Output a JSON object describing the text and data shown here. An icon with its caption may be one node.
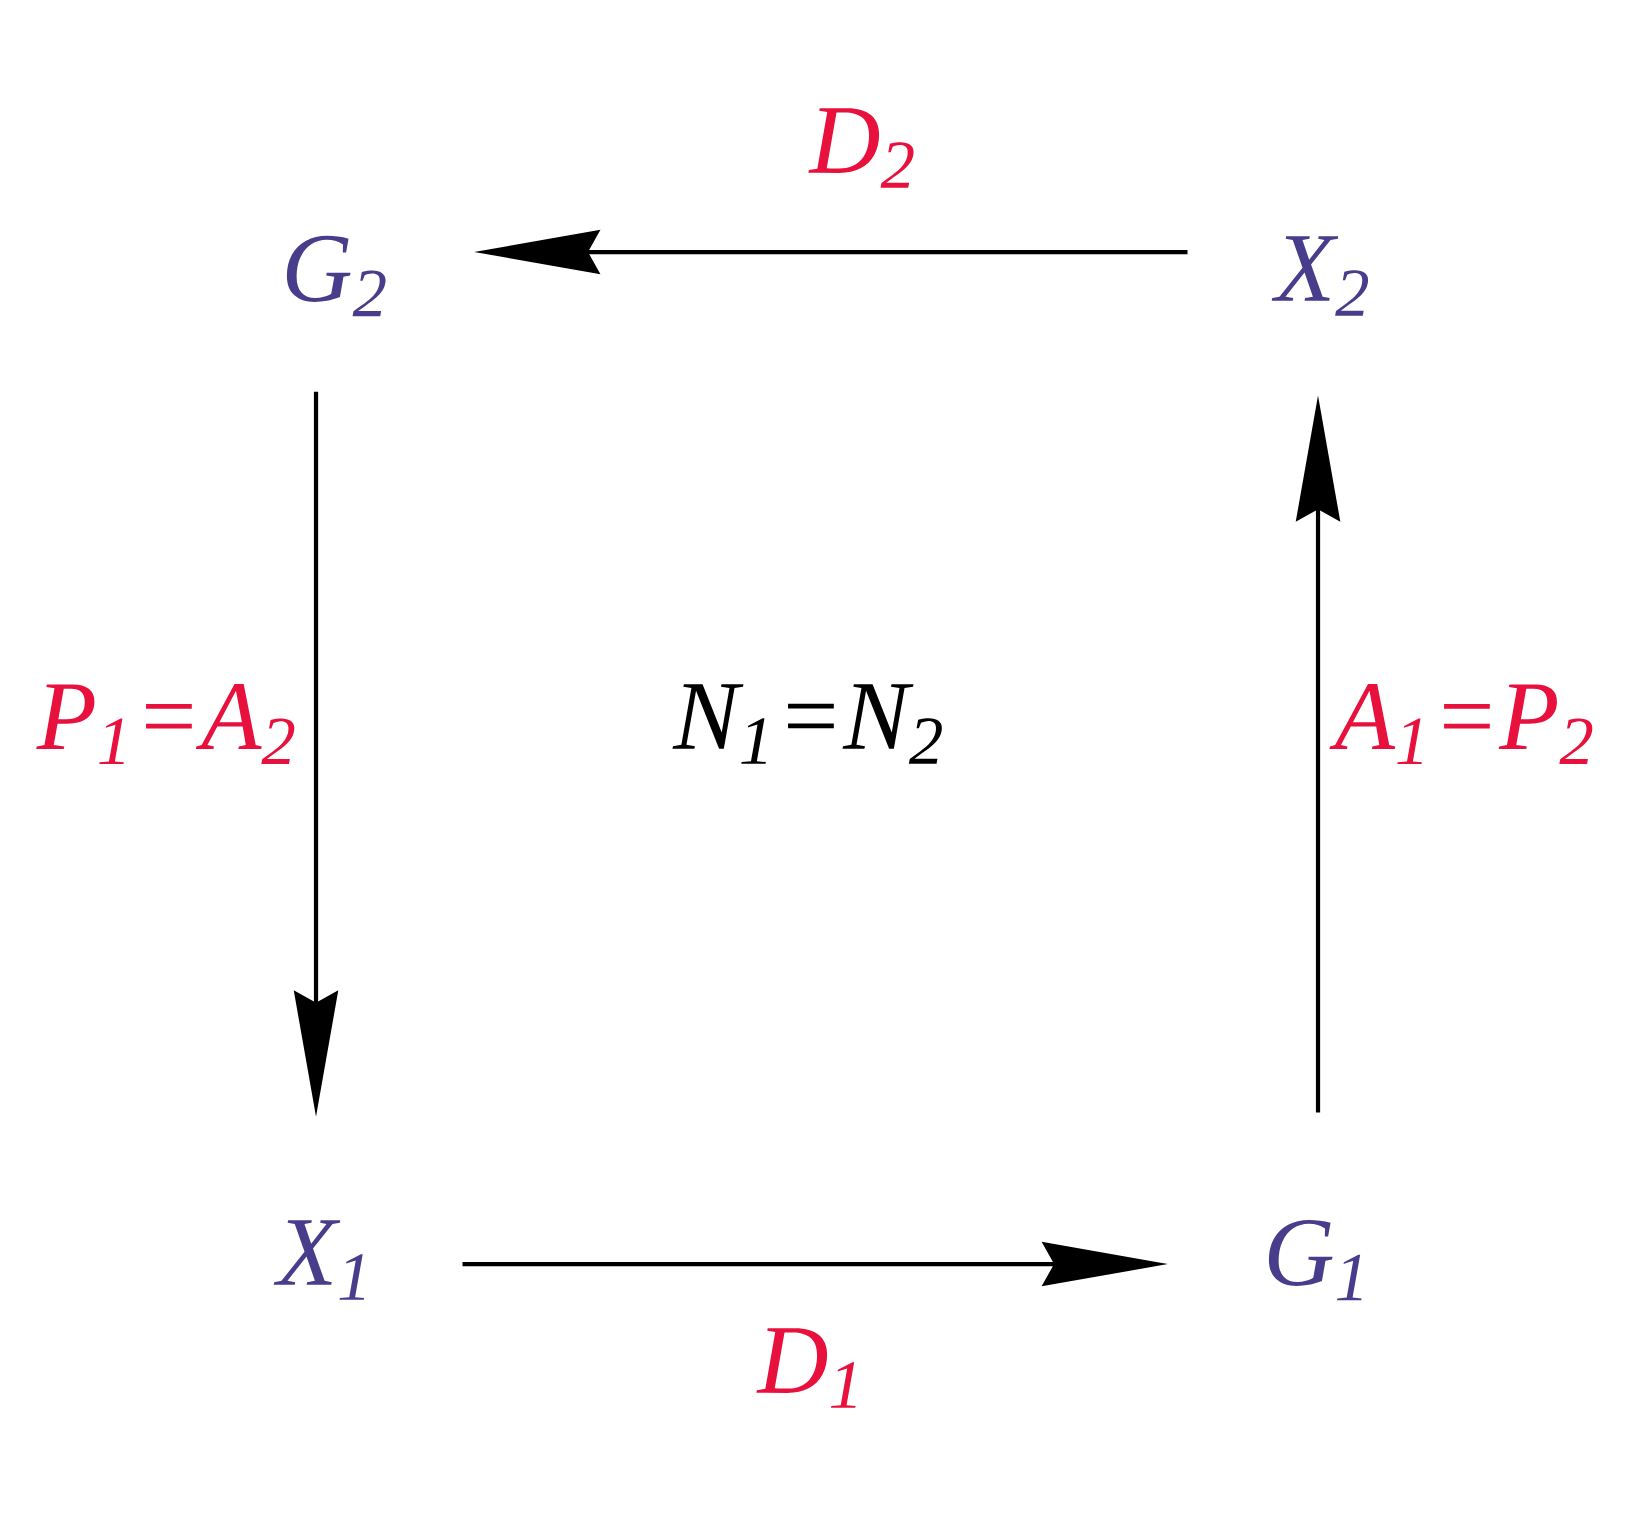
{
  "diagram": {
    "nodes": [
      {
        "text": [
          "G$_{2}$"
        ]
      },
      {
        "text": [
          "X$_{2}$"
        ]
      },
      {
        "text": [
          "X$_{1}$"
        ]
      },
      {
        "text": [
          "G$_{1}$"
        ]
      }
    ],
    "edges": [
      {
        "from": 1,
        "to": 0,
        "arrow": "to",
        "label": "D$_{2}$"
      },
      {
        "from": 0,
        "to": 2,
        "arrow": "to",
        "label": "P$_{1}$=A$_{2}$"
      },
      {
        "from": 2,
        "to": 3,
        "arrow": "to",
        "label": "D$_{1}$"
      },
      {
        "from": 3,
        "to": 1,
        "arrow": "to",
        "label": "A$_{1}$=P$_{2}$"
      }
    ],
    "labels": [
      "N$_{1}$=N$_{2}$"
    ]
  }
}
